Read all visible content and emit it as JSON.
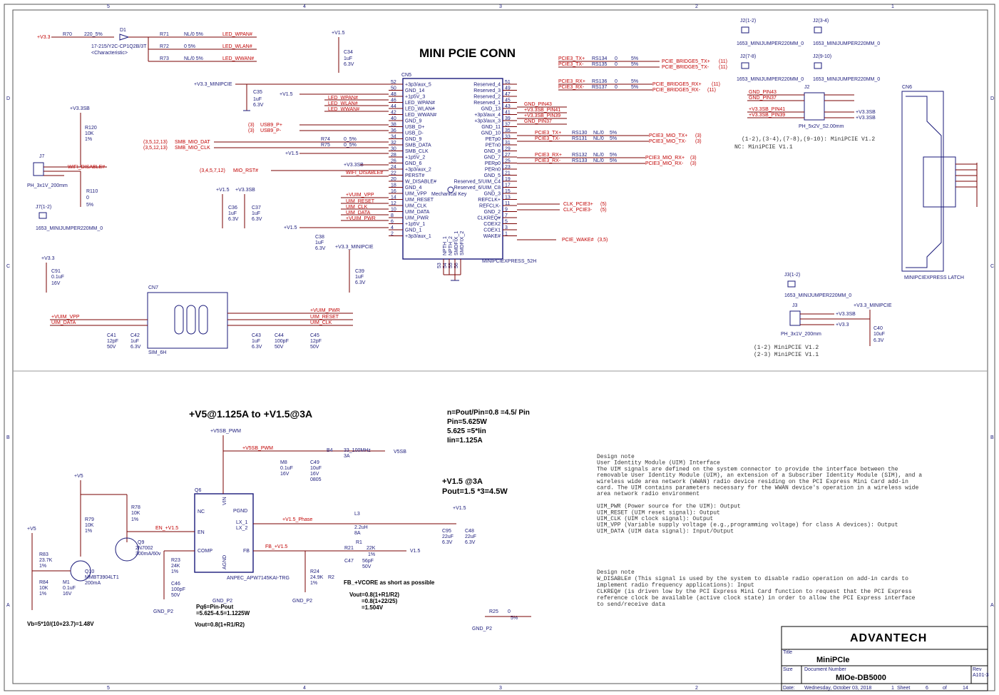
{
  "border": {
    "cols_top": [
      "5",
      "4",
      "3",
      "2",
      "1"
    ],
    "rows_right": [
      "D",
      "C",
      "B",
      "A"
    ]
  },
  "headings": {
    "mini_pcie_conn": "MINI PCIE CONN",
    "power": "+V5@1.125A to +V1.5@3A"
  },
  "calc": {
    "line1": "n=Pout/Pin=0.8 =4.5/ Pin",
    "line2": "Pin=5.625W",
    "line3": "5.625 =5*Iin",
    "line4": "Iin=1.125A",
    "v15": "+V1.5 @3A",
    "pout": "Pout=1.5 *3=4.5W",
    "pq": "Pq6=Pin-Pout",
    "pq2": "=5.625-4.5=1.1225W",
    "vout_eq": "Vout=0.8(1+R1/R2)",
    "vout1": "Vout=0.8(1+R1/R2)",
    "vout2": "=0.8(1+22/25)",
    "vout3": "=1.504V",
    "vb": "Vb=5*10/(10+23.7)=1.48V",
    "fb_note": "FB_+VCORE as short as possible"
  },
  "cn5": {
    "ref": "CN5",
    "part": "MINIPCIEXPRESS_52H",
    "key": "Mechanical Key",
    "left_pins": [
      {
        "num": "52",
        "name": "+3p3/aux_5"
      },
      {
        "num": "50",
        "name": "GND_14"
      },
      {
        "num": "48",
        "name": "+1p5V_3"
      },
      {
        "num": "46",
        "name": "LED_WPAN#"
      },
      {
        "num": "44",
        "name": "LED_WLAN#"
      },
      {
        "num": "42",
        "name": "LED_WWAN#"
      },
      {
        "num": "40",
        "name": "GND_9"
      },
      {
        "num": "38",
        "name": "USB_D+"
      },
      {
        "num": "36",
        "name": "USB_D-"
      },
      {
        "num": "34",
        "name": "GND_9"
      },
      {
        "num": "32",
        "name": "SMB_DATA"
      },
      {
        "num": "30",
        "name": "SMB_CLK"
      },
      {
        "num": "28",
        "name": "+1p5V_2"
      },
      {
        "num": "26",
        "name": "GND_6"
      },
      {
        "num": "24",
        "name": "+3p3/aux_2"
      },
      {
        "num": "22",
        "name": "PERST#"
      },
      {
        "num": "20",
        "name": "W_DISABLE#"
      },
      {
        "num": "18",
        "name": "GND_4"
      },
      {
        "num": "16",
        "name": "UIM_VPP"
      },
      {
        "num": "14",
        "name": "UIM_RESET"
      },
      {
        "num": "12",
        "name": "UIM_CLK"
      },
      {
        "num": "10",
        "name": "UIM_DATA"
      },
      {
        "num": "8",
        "name": "UIM_PWR"
      },
      {
        "num": "6",
        "name": "+1p5V_1"
      },
      {
        "num": "4",
        "name": "GND_1"
      },
      {
        "num": "2",
        "name": "+3p3/aux_1"
      }
    ],
    "right_pins": [
      {
        "num": "51",
        "name": "Reserved_4"
      },
      {
        "num": "49",
        "name": "Reserved_3"
      },
      {
        "num": "47",
        "name": "Reserved_2"
      },
      {
        "num": "45",
        "name": "Reserved_1"
      },
      {
        "num": "43",
        "name": "GND_13"
      },
      {
        "num": "41",
        "name": "+3p3/aux_4"
      },
      {
        "num": "39",
        "name": "+3p3/aux_3"
      },
      {
        "num": "37",
        "name": "GND_11"
      },
      {
        "num": "35",
        "name": "GND_10"
      },
      {
        "num": "33",
        "name": "PETp0"
      },
      {
        "num": "31",
        "name": "PETn0"
      },
      {
        "num": "29",
        "name": "GND_8"
      },
      {
        "num": "27",
        "name": "GND_7"
      },
      {
        "num": "25",
        "name": "PERp0"
      },
      {
        "num": "23",
        "name": "PERn0"
      },
      {
        "num": "21",
        "name": "GND_5"
      },
      {
        "num": "19",
        "name": "Reserved_5/UIM_C4"
      },
      {
        "num": "17",
        "name": "Reserved_6/UIM_C8"
      },
      {
        "num": "15",
        "name": "GND_3"
      },
      {
        "num": "13",
        "name": "REFCLK+"
      },
      {
        "num": "11",
        "name": "REFCLK-"
      },
      {
        "num": "9",
        "name": "GND_2"
      },
      {
        "num": "7",
        "name": "CLKREQ#"
      },
      {
        "num": "5",
        "name": "COEX2"
      },
      {
        "num": "3",
        "name": "COEX1"
      },
      {
        "num": "1",
        "name": "WAKE#"
      }
    ],
    "bottom_pins": [
      "NPTH_1",
      "NPTH_2",
      "SMDFIX_1",
      "SMDFIX_2"
    ],
    "bottom_nums": [
      "53",
      "54",
      "55",
      "56"
    ]
  },
  "nets": {
    "led_wpan": "LED_WPAN#",
    "led_wlan": "LED_WLAN#",
    "led_wwan": "LED_WWAN#",
    "usb_p": "USB9_P+",
    "usb_n": "USB9_P-",
    "usb_ref": "(3)",
    "smb_data": "SMB_MIO_DAT",
    "smb_clk": "SMB_MIO_CLK",
    "smb_ref": "(3,5,12,13)",
    "mio_rst": "MIO_RST#",
    "mio_rst_ref": "(3,4,5,7,12)",
    "wifi_disable": "WIFI_DISABLE#",
    "uim_vpp": "+VUIM_VPP",
    "uim_reset": "UIM_RESET",
    "uim_clk": "UIM_CLK",
    "uim_data": "UIM_DATA",
    "uim_pwr": "+VUIM_PWR",
    "gnd_pin43": "GND_PIN43",
    "pin41": "+V3.3SB_PIN41",
    "pin39": "+V3.3SB_PIN39",
    "gnd_pin37": "GND_PIN37",
    "pcie3_tx_p": "PCIE3_TX+",
    "pcie3_tx_n": "PCIE3_TX-",
    "pcie3_rx_p": "PCIE3_RX+",
    "pcie3_rx_n": "PCIE3_RX-",
    "mio_tx_p": "PCIE3_MIO_TX+",
    "mio_tx_n": "PCIE3_MIO_TX-",
    "mio_rx_p": "PCIE3_MIO_RX+",
    "mio_rx_n": "PCIE3_MIO_RX-",
    "bridge_tx_p": "PCIE_BRIDGE5_TX+",
    "bridge_tx_n": "PCIE_BRIDGE5_TX-",
    "bridge_rx_p": "PCIE_BRIDGE5_RX+",
    "bridge_rx_n": "PCIE_BRIDGE5_RX-",
    "ref3": "(3)",
    "ref11": "(11)",
    "ref5": "(5)",
    "ref35": "(3,5)",
    "clk_p": "CLK_PCIE3+",
    "clk_n": "CLK_PCIE3-",
    "wake": "PCIE_WAKE#",
    "v33": "+V3.3",
    "v33sb": "+V3.3SB",
    "v15": "+V1.5",
    "v33_minipcie": "+V3.3_MINIPCIE",
    "v5": "+V5",
    "v5sb_pwm": "+V5SB_PWM",
    "v5sb": "V5SB",
    "en": "EN_+V1.5",
    "phase": "+V1.5_Phase",
    "fb": "FB_+V1.5",
    "v15b": "V1.5",
    "gnd_p2": "GND_P2",
    "vuim_vpp": "+VUIM_VPP",
    "vuim_pwr": "+VUIM_PWR",
    "uim_data2": "UIM_DATA",
    "uim_reset2": "UIM_RESET",
    "uim_clk2": "UIM_CLK"
  },
  "parts": {
    "r70": "R70",
    "r70v": "220_5%",
    "d1": "D1",
    "d1p": "17-215/Y2C-CP1Q2B/3T",
    "d1c": "<Characteristic>",
    "r71": "R71",
    "r71v": "NL/0 5%",
    "r72": "R72",
    "r72v": "0 5%",
    "r73": "R73",
    "r73v": "NL/0 5%",
    "c34": "C34",
    "c34v": "1uF",
    "c34r": "6.3V",
    "c35": "C35",
    "c36": "C36",
    "c37": "C37",
    "c38": "C38",
    "c39": "C39",
    "c91": "C91",
    "c91v": "0.1uF",
    "c91r": "16V",
    "cv1uf": "1uF",
    "cv63": "6.3V",
    "r120": "R120",
    "r120v": "10K",
    "r120t": "1%",
    "r110": "R110",
    "r110v": "0",
    "r110t": "5%",
    "j7": "J7",
    "j7p": "PH_3x1V_200mm",
    "j7jmp": "J7(1-2)",
    "jmp": "1653_MINIJUMPER220MM_0",
    "r74": "R74",
    "r75": "R75",
    "r0": "0_5%",
    "j2_12": "J2(1-2)",
    "j2_34": "J2(3-4)",
    "j2_78": "J2(7-8)",
    "j2_910": "J2(9-10)",
    "j2": "J2",
    "j2p": "PH_5x2V_S2.00mm",
    "cn6": "CN6",
    "cn6p": "MINIPCIEXPRESS LATCH",
    "j2note": "(1-2),(3-4),(7-8),(9-10): MiniPCIE V1.2",
    "j2note2": "NC: MiniPCIE V1.1",
    "rs134": "RS134",
    "rs135": "RS135",
    "rs136": "RS136",
    "rs137": "RS137",
    "rs130": "RS130",
    "rs131": "RS131",
    "rs132": "RS132",
    "rs133": "RS133",
    "rsv": "0",
    "rst": "5%",
    "rsnl": "NL/0",
    "j3jmp": "J3(1-2)",
    "j3": "J3",
    "j3p": "PH_3x1V_200mm",
    "c40": "C40",
    "c40v": "10uF",
    "c40r": "6.3V",
    "j3note1": "(1-2) MiniPCIE V1.2",
    "j3note2": "(2-3) MiniPCIE V1.1",
    "cn7": "CN7",
    "cn7p": "SIM_6H",
    "c41": "C41",
    "c42": "C42",
    "c43": "C43",
    "c44": "C44",
    "c45": "C45",
    "c12p": "12pF",
    "c100p": "100pF",
    "c50v": "50V",
    "q6": "Q6",
    "q6p": "ANPEC_APW7145KAI-TRG",
    "vin": "VIN",
    "nc": "NC",
    "en": "EN",
    "comp": "COMP",
    "agnd": "AGND",
    "pgnd": "PGND",
    "lx1": "LX_1",
    "lx2": "LX_2",
    "fb": "FB",
    "m8": "M8",
    "m8v": "0.1uF",
    "m8r": "16V",
    "c49": "C49",
    "c49v": "10uF",
    "c49r": "16V",
    "c49p": "0805",
    "b4": "B4",
    "b4v": "33_100MHz",
    "b4a": "3A",
    "l3": "L3",
    "l3v": "2.2uH",
    "l3a": "8A",
    "r21": "R21",
    "r21v": "22K",
    "r21t": "1%",
    "r1": "R1",
    "c47": "C47",
    "c47v": "56pF",
    "c47r": "50V",
    "c95": "C95",
    "c48": "C48",
    "c22u": "22uF",
    "c63": "6.3V",
    "r24": "R24",
    "r24v": "24.9K",
    "r24t": "1%",
    "r2": "R2",
    "r23": "R23",
    "r23v": "24K",
    "r23t": "1%",
    "c46": "C46",
    "c46v": "100pF",
    "c46r": "50V",
    "r78": "R78",
    "r78v": "10K",
    "r78t": "1%",
    "r79": "R79",
    "r79v": "10K",
    "r79t": "1%",
    "q9": "Q9",
    "q9p": "2N7002",
    "q9r": "300mA/60v",
    "q10": "Q10",
    "q10p": "MMBT3904LT1",
    "q10r": "200mA",
    "r83": "R83",
    "r83v": "23.7K",
    "r83t": "1%",
    "r84": "R84",
    "r84v": "10K",
    "r84t": "1%",
    "m1": "M1",
    "m1v": "0.1uF",
    "m1r": "16V",
    "r25": "R25",
    "r25v": "0",
    "r25t": "5%"
  },
  "design_notes": {
    "block1": [
      "Design note",
      "User Identity Module (UIM) Interface",
      "The UIM signals are defined on the system connector to provide the interface between the",
      "removable User Identity Module (UIM), an extension of a Subscriber Identity Module (SIM), and a",
      "wireless wide area network (WWAN) radio device residing on the PCI Express Mini Card add-in",
      "card. The UIM contains parameters necessary for the WWAN device's operation in a wireless wide",
      "area network radio environment",
      "",
      "UIM_PWR (Power source for the UIM): Output",
      "UIM_RESET (UIM reset signal): Output",
      "UIM_CLK (UIM clock signal): Output",
      "UIM_VPP (Variable supply voltage (e.g.,programming voltage) for class A devices): Output",
      "UIM_DATA (UIM data signal): Input/Output"
    ],
    "block2": [
      "Design note",
      "W_DISABLE# (This signal is used by the system to disable radio operation on add-in cards to",
      "implement radio frequency applications): Input",
      "CLKREQ# (is driven low by the PCI Express Mini Card function to request that the PCI Express",
      "reference clock be available (active clock state) in order to allow the PCI Express interface",
      "to send/receive data"
    ]
  },
  "title_block": {
    "logo": "ADVANTECH",
    "title_label": "Title",
    "title": "MiniPCIe",
    "size_label": "Size",
    "doc_label": "Document Number",
    "doc": "MIOe-DB5000",
    "rev_label": "Rev",
    "rev": "A101-3",
    "date_label": "Date:",
    "date": "Wednesday, October 03, 2018",
    "sheet_label": "Sheet",
    "sheet": "6",
    "of_label": "of",
    "total": "14"
  }
}
